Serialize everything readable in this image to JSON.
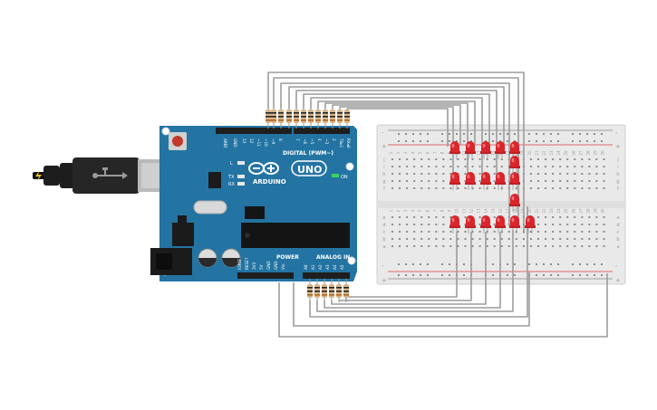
{
  "board": {
    "brand": "ARDUINO",
    "model": "UNO",
    "digital_label": "DIGITAL (PWM~)",
    "power_label": "POWER",
    "analog_label": "ANALOG IN",
    "on_label": "ON",
    "led_labels": [
      "L",
      "TX",
      "RX"
    ],
    "top_header_labels": [
      "AREF",
      "GND",
      "13",
      "12",
      "~11",
      "~10",
      "~9",
      "8",
      "7",
      "~6",
      "~5",
      "4",
      "~3",
      "2",
      "TX▸1",
      "RX◂0"
    ],
    "power_header_labels": [
      "IOREF",
      "RESET",
      "3V3",
      "5V",
      "GND",
      "GND",
      "Vin"
    ],
    "analog_header_labels": [
      "A0",
      "A1",
      "A2",
      "A3",
      "A4",
      "A5"
    ]
  },
  "breadboard": {
    "columns": [
      "1",
      "2",
      "3",
      "4",
      "5",
      "6",
      "7",
      "8",
      "9",
      "10",
      "11",
      "12",
      "13",
      "14",
      "15",
      "16",
      "17",
      "18",
      "19",
      "20",
      "21",
      "22",
      "23",
      "24",
      "25",
      "26",
      "27",
      "28",
      "29",
      "30"
    ],
    "rows_top": [
      "j",
      "i",
      "h",
      "g",
      "f"
    ],
    "rows_bottom": [
      "e",
      "d",
      "c",
      "b",
      "a"
    ],
    "rail_plus": "+",
    "rail_minus": "-"
  },
  "components": {
    "top_resistor_count": 12,
    "bottom_resistor_count": 6,
    "led_count": 18,
    "led_color": "#d9262b",
    "wire_color": "#9c9c9c"
  },
  "colors": {
    "pcb": "#2374a3",
    "pcb_dark": "#1a5b82",
    "breadboard": "#e9e9e9",
    "rail_red": "#e23a3a",
    "header_black": "#1e1e1e"
  }
}
